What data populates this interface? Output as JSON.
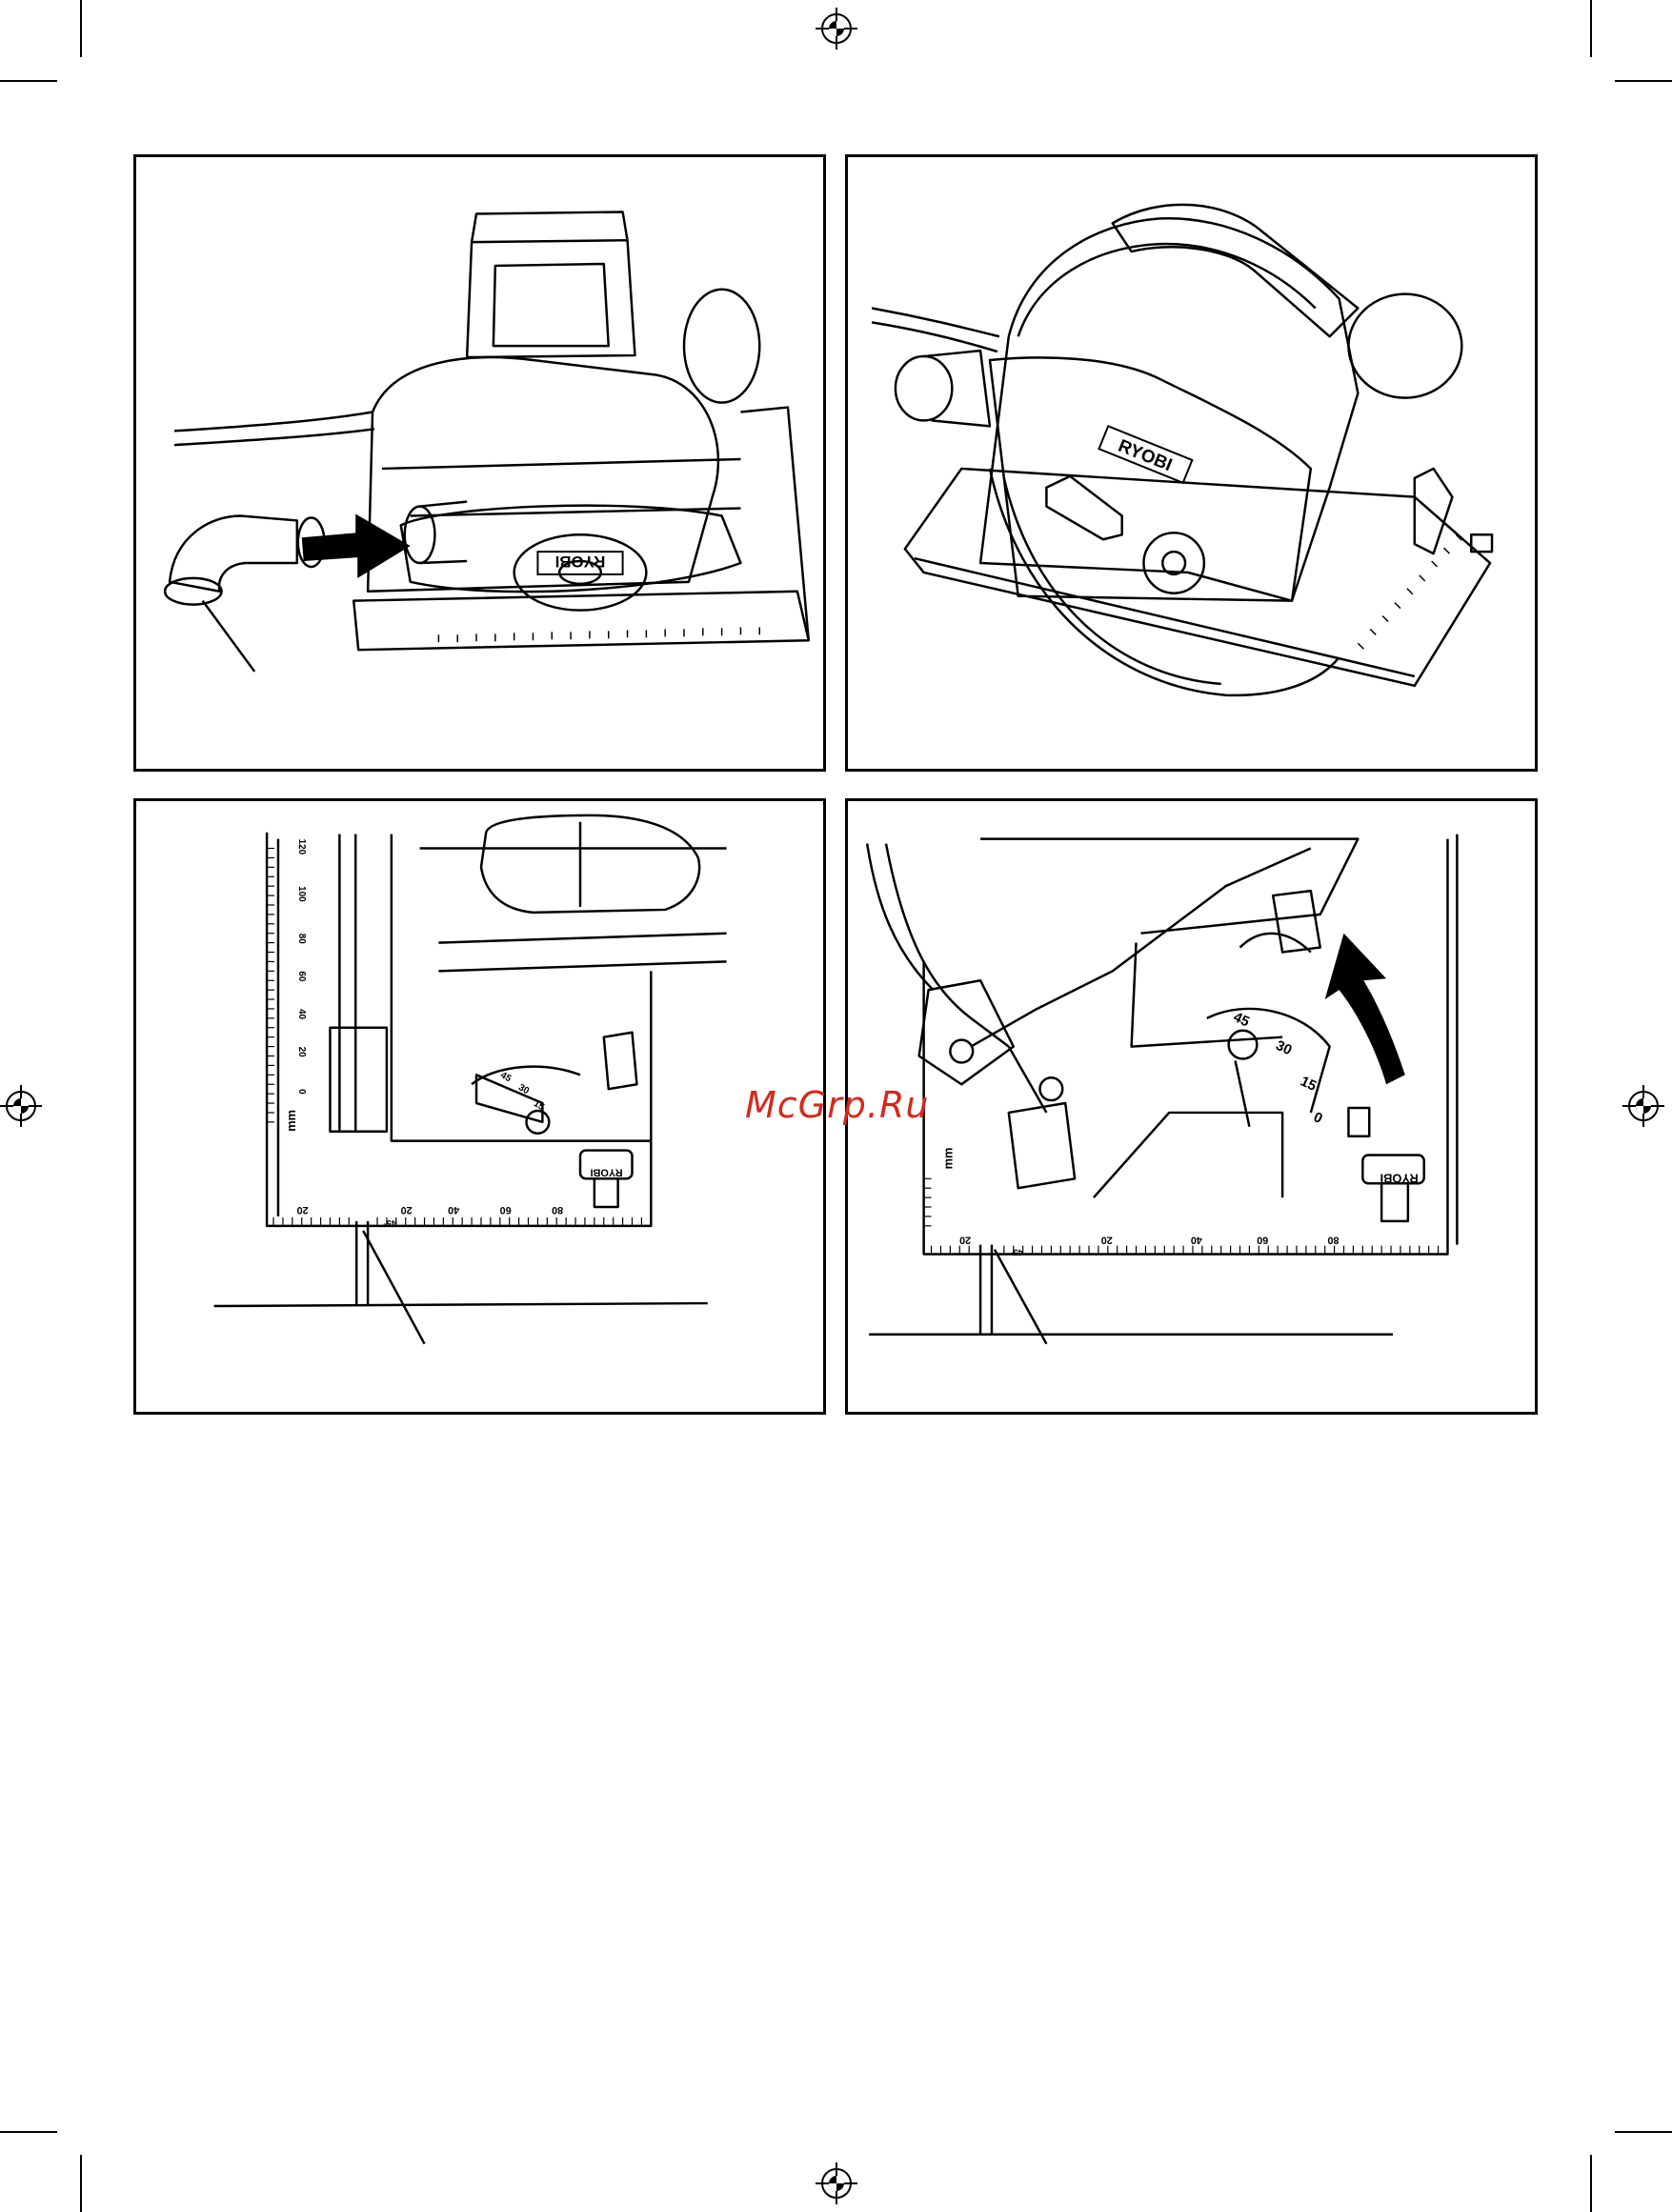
{
  "watermark": "McGrp.Ru",
  "brand_label": "RYOBI",
  "brand_label_mirrored": "RYOBI",
  "bevel_scale": [
    "45",
    "30",
    "15",
    "0"
  ],
  "unit_label": "mm",
  "ruler_numbers_fig3": [
    "20",
    "20",
    "40",
    "60",
    "80"
  ],
  "ruler_numbers_fig4": [
    "20",
    "20",
    "40",
    "60",
    "80"
  ],
  "side_ruler_numbers": [
    "120",
    "100",
    "80",
    "60",
    "40",
    "20",
    "0"
  ],
  "notch_label": "45°",
  "icons": [
    "registration-mark-icon",
    "arrow-icon",
    "curved-arrow-icon"
  ],
  "colors": {
    "watermark": "#d32a1e",
    "line": "#000000"
  }
}
